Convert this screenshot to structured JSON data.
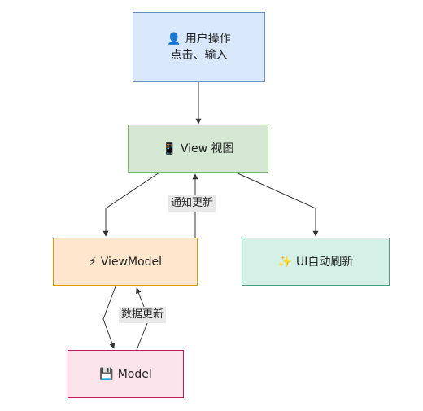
{
  "nodes": {
    "user_action": {
      "icon": "person-icon",
      "glyph": "👤",
      "line1": "用户操作",
      "line2": "点击、输入",
      "fill": "#dae8fc",
      "stroke": "#6c8ebf"
    },
    "view": {
      "icon": "mobile-phone-icon",
      "glyph": "📱",
      "label": "View 视图",
      "fill": "#d5e8d4",
      "stroke": "#82b366"
    },
    "viewmodel": {
      "icon": "lightning-icon",
      "glyph": "⚡",
      "label": "ViewModel",
      "fill": "#ffe6cc",
      "stroke": "#d79b00"
    },
    "ui_refresh": {
      "icon": "sparkles-icon",
      "glyph": "✨",
      "label": "UI自动刷新",
      "fill": "#d5f0e6",
      "stroke": "#4a9d7f"
    },
    "model": {
      "icon": "floppy-disk-icon",
      "glyph": "💾",
      "label": "Model",
      "fill": "#fce4ec",
      "stroke": "#c2185b"
    }
  },
  "edge_labels": {
    "notify_update": "通知更新",
    "data_update": "数据更新"
  },
  "colors": {
    "edge": "#333333"
  }
}
